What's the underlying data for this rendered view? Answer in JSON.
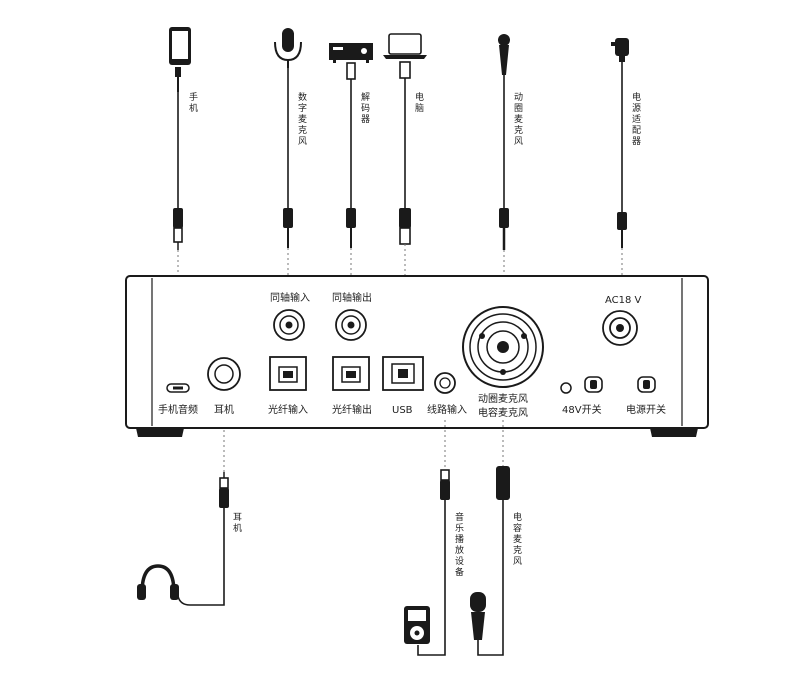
{
  "top_devices": [
    {
      "id": "phone",
      "label": "手机"
    },
    {
      "id": "digital-mic",
      "label": "数字麦克风"
    },
    {
      "id": "decoder",
      "label": "解码器"
    },
    {
      "id": "computer",
      "label": "电脑"
    },
    {
      "id": "dynamic-mic",
      "label": "动圈麦克风"
    },
    {
      "id": "power-adapter",
      "label": "电源适配器"
    }
  ],
  "bottom_devices": [
    {
      "id": "headphones",
      "label": "耳机"
    },
    {
      "id": "music-player",
      "label": "音乐播放设备"
    },
    {
      "id": "condenser-mic",
      "label": "电容麦克风"
    }
  ],
  "panel": {
    "top_labels": {
      "coax_in": "同轴输入",
      "coax_out": "同轴输出",
      "ac": "AC18 V"
    },
    "bottom_labels": {
      "phone_audio": "手机音频",
      "headphone": "耳机",
      "optical_in": "光纤输入",
      "optical_out": "光纤输出",
      "usb": "USB",
      "line_in": "线路输入",
      "combo_1": "动圈麦克风",
      "combo_2": "电容麦克风",
      "phantom": "48V开关",
      "power": "电源开关"
    }
  }
}
